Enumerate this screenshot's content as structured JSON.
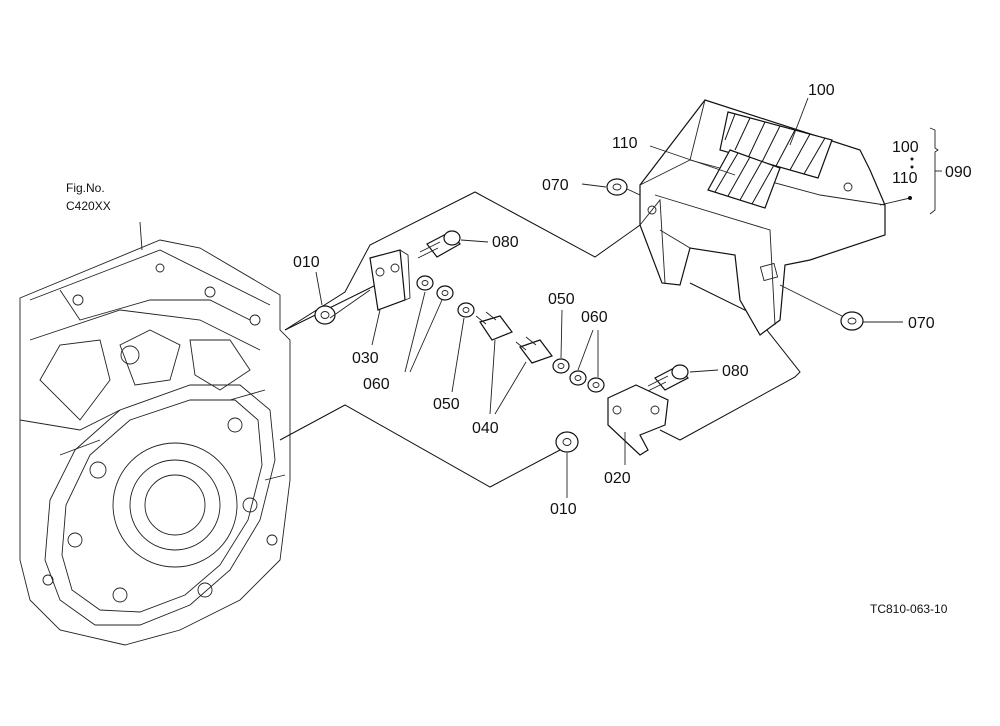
{
  "figure": {
    "ref_line1": "Fig.No.",
    "ref_line2": "C420XX",
    "code": "TC810-063-10"
  },
  "labels": {
    "p100_top": "100",
    "p110_top": "110",
    "p070_left": "070",
    "p070_right": "070",
    "p080_top": "080",
    "p080_bottom": "080",
    "p010_top": "010",
    "p010_bottom": "010",
    "p030": "030",
    "p060_left": "060",
    "p060_right": "060",
    "p050_left": "050",
    "p050_right": "050",
    "p040": "040",
    "p020": "020",
    "set_100": "100",
    "set_110": "110",
    "set_090": "090"
  }
}
